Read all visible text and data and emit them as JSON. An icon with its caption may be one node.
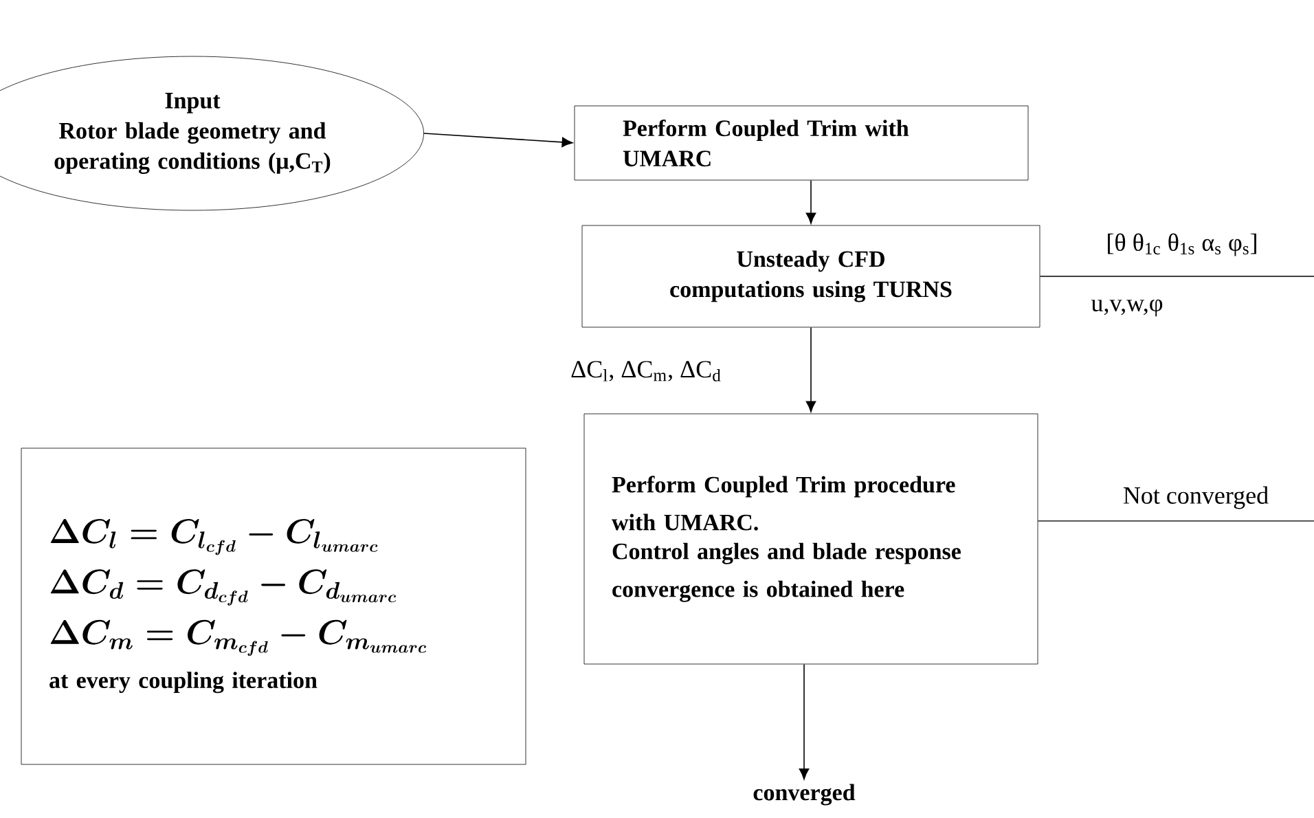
{
  "diagram": {
    "nodes": [
      {
        "text": [
          "Input",
          "Rotor blade geometry and operating conditions (μ,C$_{T}$)"
        ]
      },
      {
        "text": [
          "Perform Coupled Trim with UMARC"
        ]
      },
      {
        "text": [
          "Unsteady CFD computations using TURNS"
        ]
      },
      {
        "text": [
          "Perform Coupled Trim procedure with UMARC.",
          "Control angles and blade response convergence is obtained here"
        ]
      },
      {
        "text": [
          "converged"
        ]
      },
      {
        "text": [
          "\\Delta C_l = C_{l_{cfd}} - C_{l_{umarc}}",
          "\\Delta C_d = C_{d_{cfd}} - C_{d_{umarc}}",
          "\\Delta C_m = C_{m_{cfd}} - C_{m_{umarc}}",
          "at every coupling iteration"
        ]
      }
    ],
    "edges": [
      {
        "from": 0,
        "to": 1,
        "arrow": "to"
      },
      {
        "from": 1,
        "to": 2,
        "arrow": "to"
      },
      {
        "from": 2,
        "to": 3,
        "arrow": "to",
        "label": "ΔC$_{l}$, ΔC$_{m}$, ΔC$_{d}$"
      },
      {
        "from": 3,
        "to": 4,
        "arrow": "to"
      },
      {
        "from": 2,
        "to": null,
        "arrow": "none",
        "label": "[θ θ$_{1c}$ θ$_{1s}$ α$_{s}$ φ$_{s}$]"
      },
      {
        "from": 3,
        "to": null,
        "arrow": "none",
        "label": "Not converged"
      }
    ],
    "labels": [
      "u,v,w,φ"
    ]
  }
}
